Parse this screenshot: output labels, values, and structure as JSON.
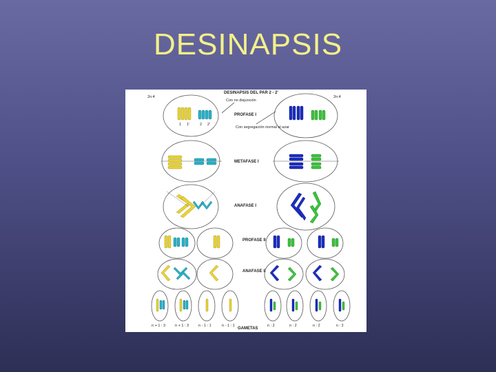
{
  "slide": {
    "title": "DESINAPSIS"
  },
  "figure": {
    "header": "DESINAPSIS DEL PAR 2 - 2'",
    "left_count": "2n:4",
    "right_count": "2n:4",
    "note_nondisjunction": "Con no disjunción",
    "note_normal": "Con segregación normal al azar",
    "stages": {
      "prophase1": "PROFASE I",
      "metaphase1": "METAFASE I",
      "anaphase1": "ANAFASE I",
      "prophase2": "PROFASE II",
      "anaphase2": "ANAFASE II",
      "gametes": "GAMETAS"
    },
    "gamete_labels": [
      "n + 1 : 3",
      "n + 1 : 3",
      "n - 1 : 1",
      "n - 1 : 1",
      "n : 2",
      "n : 2",
      "n : 2",
      "n : 2"
    ],
    "chromosome_labels": {
      "one": "1",
      "one_p": "1'",
      "two": "2",
      "two_p": "2'"
    },
    "colors": {
      "yellow": "#e8d23a",
      "cyan": "#2ab0c8",
      "blue": "#1a2ec2",
      "green": "#3cc23c"
    }
  }
}
